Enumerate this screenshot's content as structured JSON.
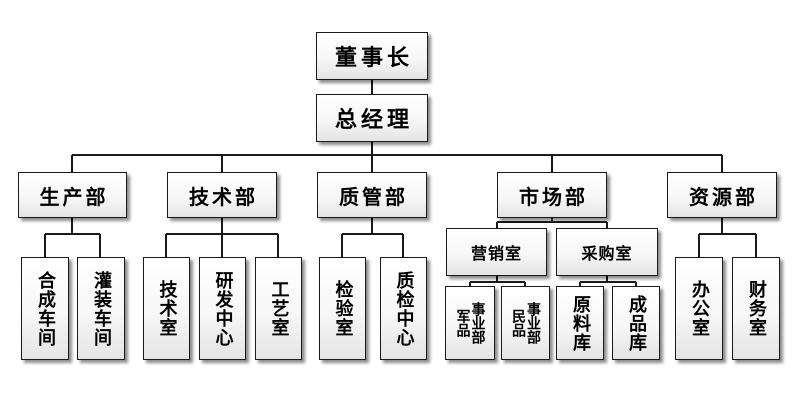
{
  "org": {
    "chairman": "董事长",
    "gm": "总经理",
    "departments": {
      "production": {
        "name": "生产部",
        "units": [
          "合成车间",
          "灌装车间"
        ]
      },
      "technology": {
        "name": "技术部",
        "units": [
          "技术室",
          "研发中心",
          "工艺室"
        ]
      },
      "quality": {
        "name": "质管部",
        "units": [
          "检验室",
          "质检中心"
        ]
      },
      "market": {
        "name": "市场部",
        "sales": {
          "name": "营销室",
          "units": [
            {
              "col1": "事业部",
              "col2": "军品"
            },
            {
              "col1": "事业部",
              "col2": "民品"
            }
          ]
        },
        "purchase": {
          "name": "采购室",
          "units": [
            "原料库",
            "成品库"
          ]
        }
      },
      "resources": {
        "name": "资源部",
        "units": [
          "办公室",
          "财务室"
        ]
      }
    }
  }
}
